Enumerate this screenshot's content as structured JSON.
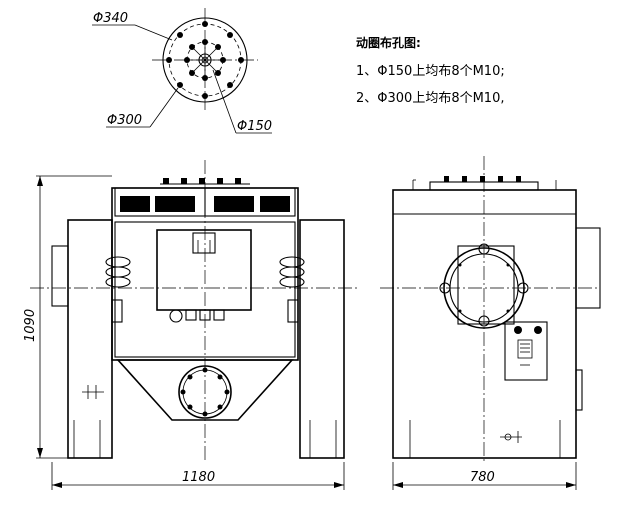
{
  "hole_diagram": {
    "dia_outer": "Φ340",
    "dia_middle": "Φ300",
    "dia_inner": "Φ150"
  },
  "notes": {
    "title": "动圈布孔图:",
    "line1": "1、Φ150上均布8个M10;",
    "line2": "2、Φ300上均布8个M10,"
  },
  "front_view": {
    "height_label": "1090",
    "width_label": "1180"
  },
  "side_view": {
    "width_label": "780"
  }
}
